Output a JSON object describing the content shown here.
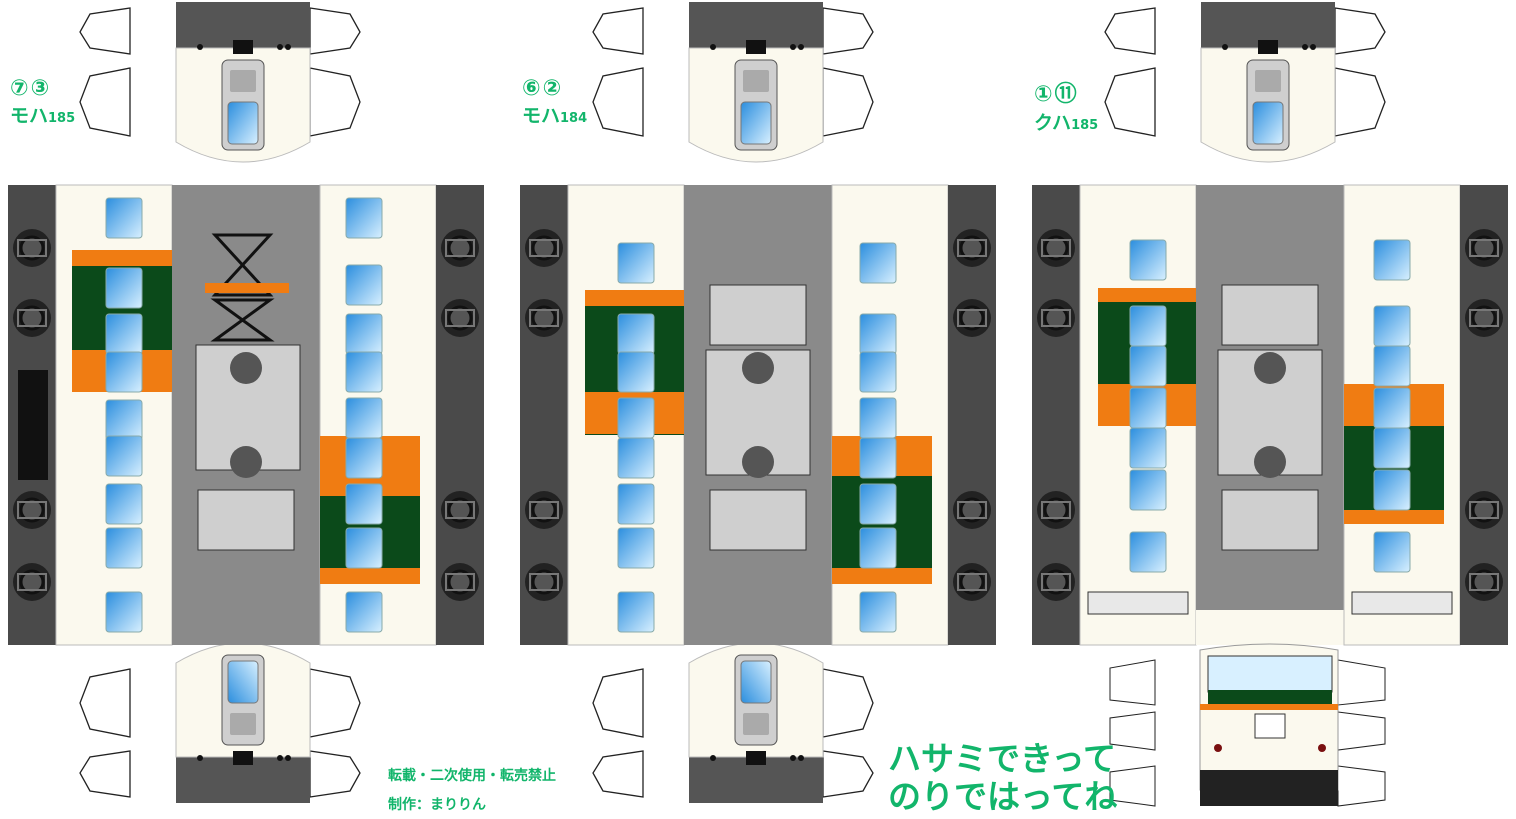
{
  "cars": [
    {
      "number": "⑦③",
      "model": "モハ",
      "model_no": "185"
    },
    {
      "number": "⑥②",
      "model": "モハ",
      "model_no": "184"
    },
    {
      "number": "①⑪",
      "model": "クハ",
      "model_no": "185"
    }
  ],
  "credits": {
    "notice": "転載・二次使用・転売禁止",
    "author": "制作：まりりん"
  },
  "instruction": {
    "line1": "ハサミできって",
    "line2": "のりではってね"
  },
  "colors": {
    "cream": "#fbf9ee",
    "orange": "#f07c12",
    "green": "#0b4a1a",
    "roof_gray": "#8a8a8a",
    "dark_gray": "#555555",
    "window_blue": "#3aa0e6",
    "label_green": "#12b56b"
  }
}
